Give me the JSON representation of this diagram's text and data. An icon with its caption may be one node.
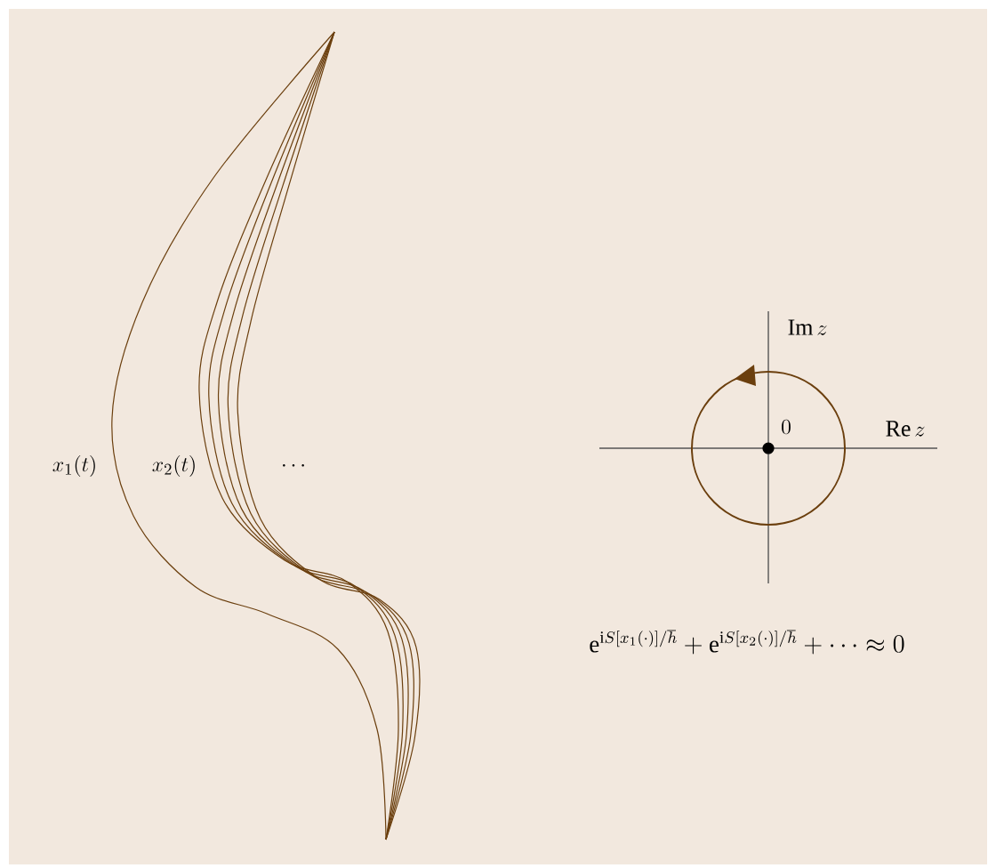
{
  "diagram": {
    "labels": [
      "x_1(t)",
      "x_2(t)",
      "\\cdots",
      "\\mathrm{Im}\\,z",
      "0",
      "\\mathrm{Re}\\,z",
      "\\mathrm{e}^{\\mathrm{i}S[x_1(\\cdot)]/\\hbar}+\\mathrm{e}^{\\mathrm{i}S[x_2(\\cdot)]/\\hbar}+\\cdots\\approx 0"
    ]
  }
}
